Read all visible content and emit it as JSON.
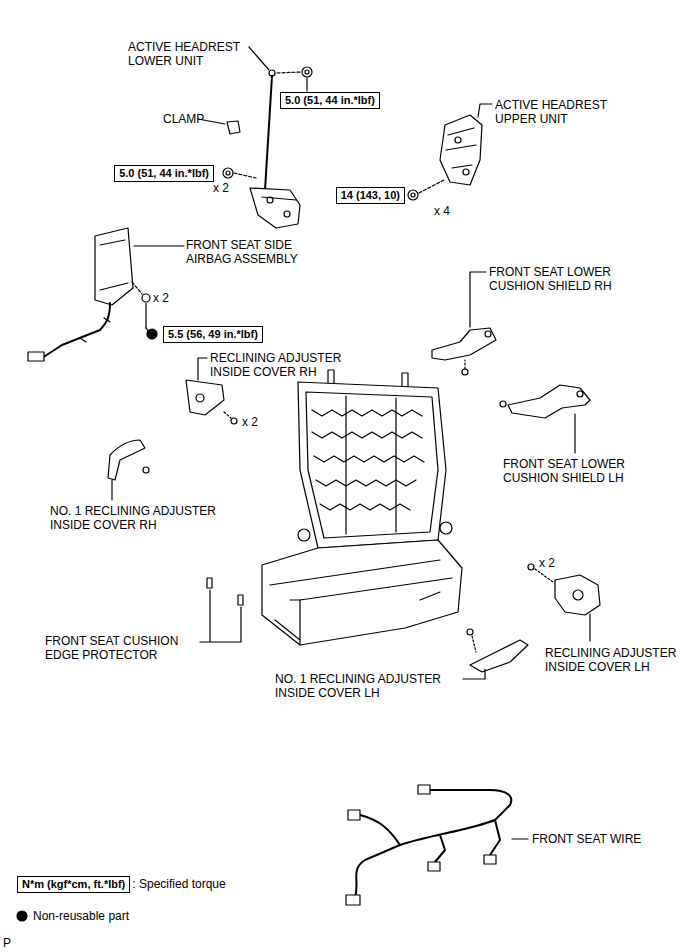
{
  "diagram": {
    "nodes": [
      {
        "text": [
          "5.0 (51, 44 in.*lbf)"
        ]
      },
      {
        "text": [
          "5.0 (51, 44 in.*lbf)"
        ]
      },
      {
        "text": [
          "14 (143, 10)"
        ]
      },
      {
        "text": [
          "5.5 (56, 49 in.*lbf)"
        ]
      },
      {
        "text": [
          "N*m (kgf*cm, ft.*lbf)"
        ]
      }
    ],
    "labels": [
      "ACTIVE HEADREST LOWER UNIT",
      "CLAMP",
      "x 2",
      "ACTIVE HEADREST UPPER UNIT",
      "x 4",
      "FRONT SEAT SIDE AIRBAG ASSEMBLY",
      "x 2",
      "FRONT SEAT LOWER CUSHION SHIELD RH",
      "RECLINING ADJUSTER INSIDE COVER RH",
      "x 2",
      "FRONT SEAT LOWER CUSHION SHIELD LH",
      "NO. 1 RECLINING ADJUSTER INSIDE COVER RH",
      "x 2",
      "RECLINING ADJUSTER INSIDE COVER LH",
      "FRONT SEAT CUSHION EDGE PROTECTOR",
      "NO. 1 RECLINING ADJUSTER INSIDE COVER LH",
      "FRONT SEAT WIRE",
      "P"
    ],
    "legend": [
      {
        "text": ": Specified torque"
      },
      {
        "text": "Non-reusable part"
      }
    ]
  }
}
